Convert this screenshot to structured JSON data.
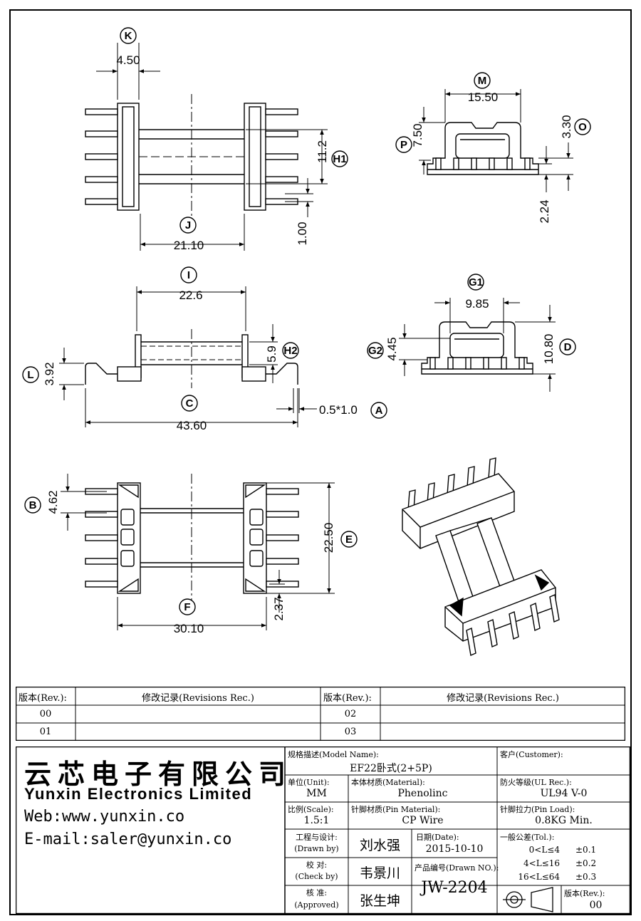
{
  "dimensions": {
    "K": "4.50",
    "M": "15.50",
    "O": "3.30",
    "P": "7.50",
    "H1": "11.2",
    "H1_offset": "1.00",
    "J": "21.10",
    "O_lower": "2.24",
    "I": "22.6",
    "G1": "9.85",
    "H2": "5.9",
    "L": "3.92",
    "G2": "4.45",
    "D": "10.80",
    "C": "43.60",
    "A": "0.5*1.0",
    "B": "4.62",
    "E": "22.50",
    "F": "30.10",
    "F_offset": "2.37"
  },
  "callouts": [
    "K",
    "M",
    "O",
    "P",
    "H1",
    "J",
    "I",
    "G1",
    "H2",
    "L",
    "G2",
    "D",
    "C",
    "A",
    "B",
    "E",
    "F"
  ],
  "revision_table": {
    "col_rev": "版本(Rev.):",
    "col_rec": "修改记录(Revisions Rec.)",
    "rows": [
      {
        "rev_left": "00",
        "rev_right": "02"
      },
      {
        "rev_left": "01",
        "rev_right": "03"
      }
    ]
  },
  "company": {
    "name_cn": "云芯电子有限公司",
    "name_en": "Yunxin Electronics Limited",
    "web": "Web:www.yunxin.co",
    "email": "E-mail:saler@yunxin.co"
  },
  "title_block": {
    "model_label": "规格描述(Model Name):",
    "model_value": "EF22卧式(2+5P)",
    "customer_label": "客户(Customer):",
    "unit_label": "单位(Unit):",
    "unit_value": "MM",
    "material_label": "本体材质(Material):",
    "material_value": "Phenolinc",
    "ul_label": "防火等级(UL Rec.):",
    "ul_value": "UL94 V-0",
    "scale_label": "比例(Scale):",
    "scale_value": "1.5:1",
    "pin_material_label": "针脚材质(Pin Material):",
    "pin_material_value": "CP Wire",
    "pin_load_label": "针脚拉力(Pin Load):",
    "pin_load_value": "0.8KG Min.",
    "drawn_label_cn": "工程与设计:",
    "drawn_label_en": "(Drawn by)",
    "drawn_value": "刘水强",
    "date_label": "日期(Date):",
    "date_value": "2015-10-10",
    "tol_label": "一般公差(Tol.):",
    "tol_rows": [
      {
        "range": "0<L≤4",
        "value": "±0.1"
      },
      {
        "range": "4<L≤16",
        "value": "±0.2"
      },
      {
        "range": "16<L≤64",
        "value": "±0.3"
      }
    ],
    "check_label_cn": "校 对:",
    "check_label_en": "(Check by)",
    "check_value": "韦景川",
    "drawn_no_label": "产品编号(Drawn NO.):",
    "drawn_no_value": "JW-2204",
    "approved_label_cn": "核 准:",
    "approved_label_en": "(Approved)",
    "approved_value": "张生坤",
    "rev_label": "版本(Rev.):",
    "rev_value": "00"
  }
}
